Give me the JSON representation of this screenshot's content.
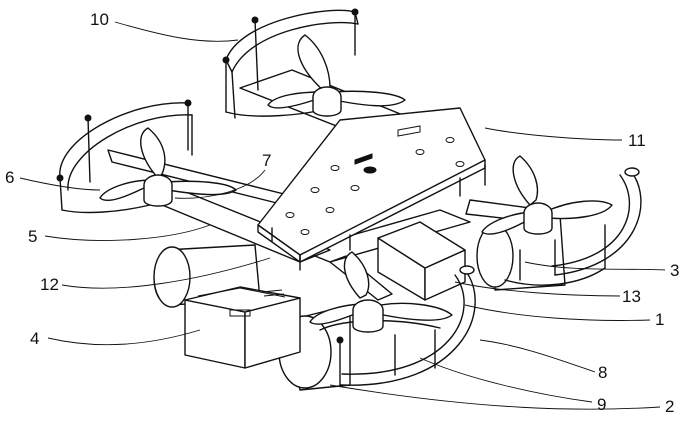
{
  "figure": {
    "callouts": [
      {
        "id": "c10",
        "label": "10"
      },
      {
        "id": "c11",
        "label": "11"
      },
      {
        "id": "c6",
        "label": "6"
      },
      {
        "id": "c7",
        "label": "7"
      },
      {
        "id": "c5",
        "label": "5"
      },
      {
        "id": "c3",
        "label": "3"
      },
      {
        "id": "c12",
        "label": "12"
      },
      {
        "id": "c13",
        "label": "13"
      },
      {
        "id": "c1",
        "label": "1"
      },
      {
        "id": "c4",
        "label": "4"
      },
      {
        "id": "c8",
        "label": "8"
      },
      {
        "id": "c9",
        "label": "9"
      },
      {
        "id": "c2",
        "label": "2"
      }
    ]
  }
}
